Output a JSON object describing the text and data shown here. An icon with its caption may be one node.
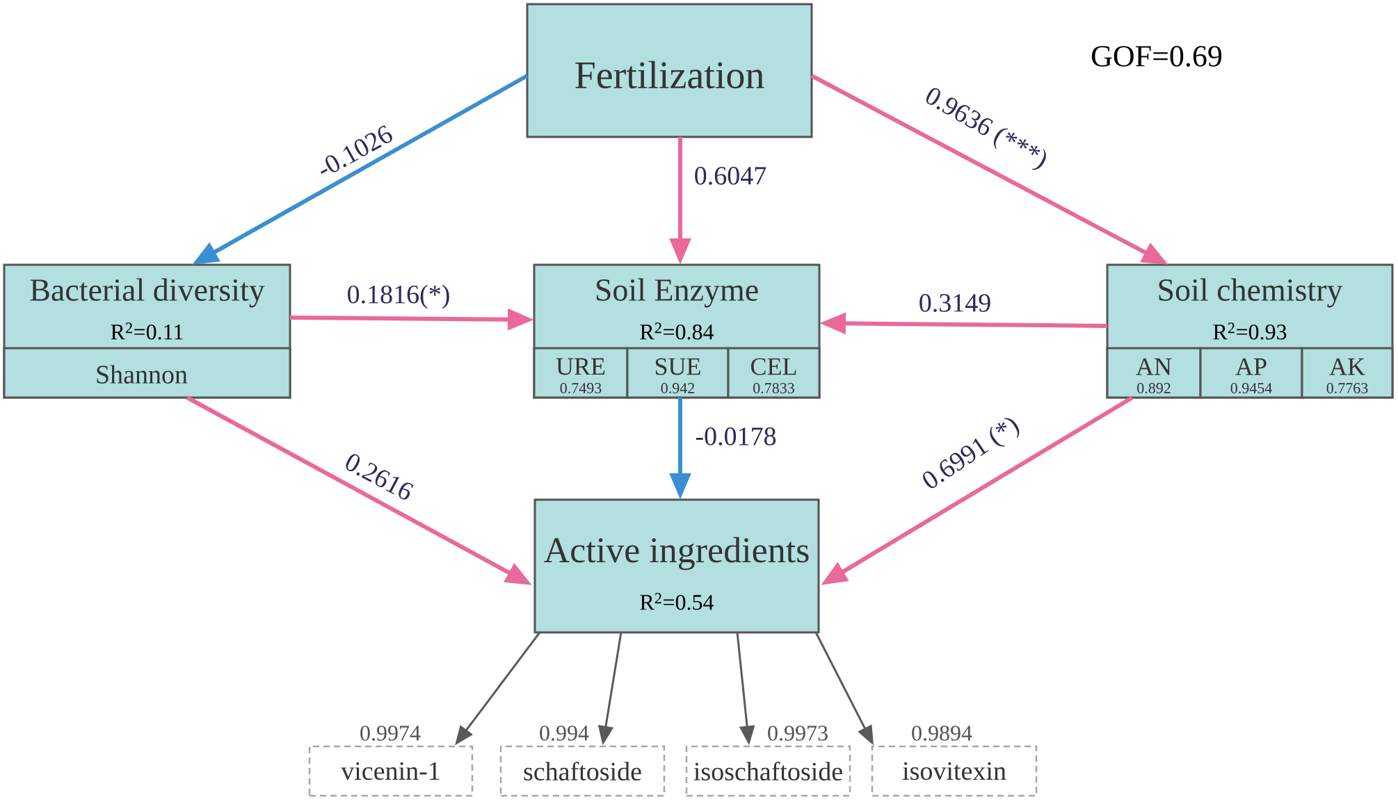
{
  "diagram": {
    "nodes": [
      {
        "text": [
          "Fertilization"
        ]
      },
      {
        "text": [
          "Bacterial diversity",
          "R$^{2}$=0.11"
        ]
      },
      {
        "text": [
          "Shannon"
        ],
        "in": 1
      },
      {
        "text": [
          "Soil Enzyme",
          "R$^{2}$=0.84"
        ]
      },
      {
        "text": [
          "URE",
          "0.7493"
        ],
        "in": 3
      },
      {
        "text": [
          "SUE",
          "0.942"
        ],
        "in": 3
      },
      {
        "text": [
          "CEL",
          "0.7833"
        ],
        "in": 3
      },
      {
        "text": [
          "Soil chemistry",
          "R$^{2}$=0.93"
        ]
      },
      {
        "text": [
          "AN",
          "0.892"
        ],
        "in": 7
      },
      {
        "text": [
          "AP",
          "0.9454"
        ],
        "in": 7
      },
      {
        "text": [
          "AK",
          "0.7763"
        ],
        "in": 7
      },
      {
        "text": [
          "Active ingredients",
          "R$^{2}$=0.54"
        ]
      },
      {
        "text": [
          "vicenin-1"
        ],
        "beside": [
          "0.9974"
        ]
      },
      {
        "text": [
          "schaftoside"
        ],
        "beside": [
          "0.994"
        ]
      },
      {
        "text": [
          "isoschaftoside"
        ],
        "beside": [
          "0.9973"
        ]
      },
      {
        "text": [
          "isovitexin"
        ],
        "beside": [
          "0.9894"
        ]
      }
    ],
    "edges": [
      {
        "from": 0,
        "to": 1,
        "arrow": "to",
        "label": "-0.1026",
        "color": "#3a8fd0"
      },
      {
        "from": 0,
        "to": 3,
        "arrow": "to",
        "label": "0.6047"
      },
      {
        "from": 0,
        "to": 7,
        "arrow": "to",
        "label": "0.9636 (***)"
      },
      {
        "from": 1,
        "to": 3,
        "arrow": "to",
        "label": "0.1816(*)"
      },
      {
        "from": 7,
        "to": 3,
        "arrow": "to",
        "label": "0.3149"
      },
      {
        "from": 3,
        "to": 11,
        "arrow": "to",
        "label": "-0.0178",
        "color": "#3a8fd0"
      },
      {
        "from": 1,
        "to": 11,
        "arrow": "to",
        "label": "0.2616"
      },
      {
        "from": 7,
        "to": 11,
        "arrow": "to",
        "label": "0.6991 (*)"
      },
      {
        "from": 11,
        "to": 12,
        "arrow": "to",
        "color": "#5a5a5a"
      },
      {
        "from": 11,
        "to": 13,
        "arrow": "to",
        "color": "#5a5a5a"
      },
      {
        "from": 11,
        "to": 14,
        "arrow": "to",
        "color": "#5a5a5a"
      },
      {
        "from": 11,
        "to": 15,
        "arrow": "to",
        "color": "#5a5a5a"
      }
    ],
    "labels": [
      "GOF=0.69"
    ]
  }
}
